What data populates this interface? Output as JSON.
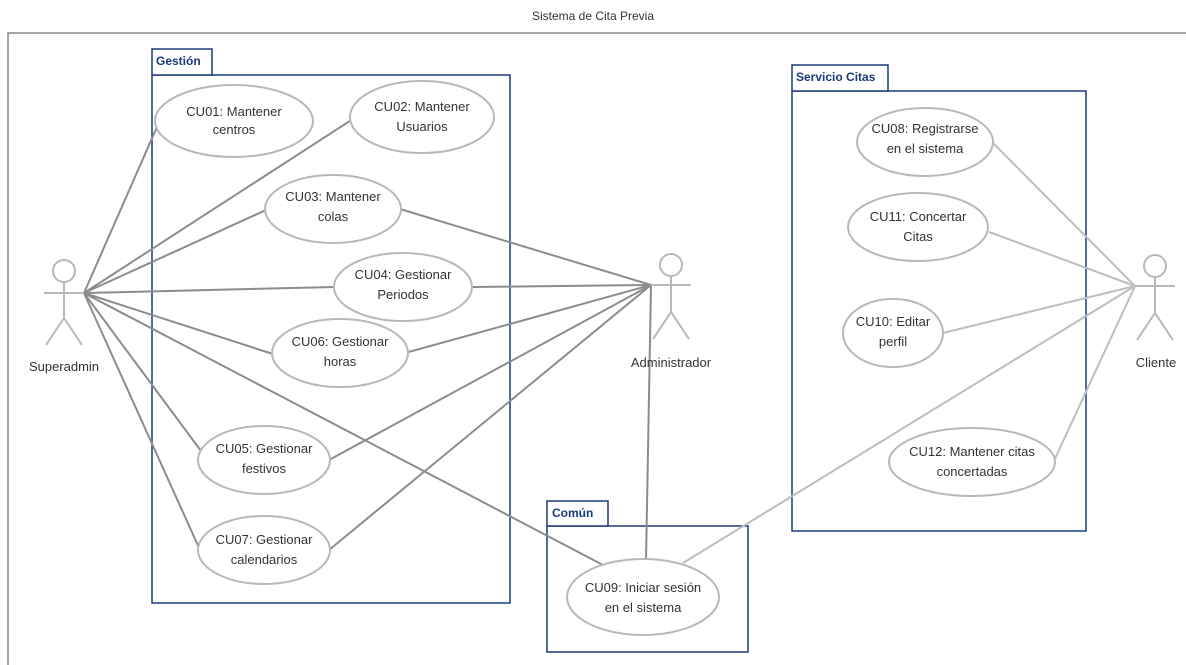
{
  "diagram": {
    "system_title": "Sistema de Cita Previa",
    "packages": {
      "gestion": "Gestión",
      "servicio": "Servicio Citas",
      "comun": "Común"
    },
    "actors": {
      "superadmin": "Superadmin",
      "administrador": "Administrador",
      "cliente": "Cliente"
    },
    "use_cases": {
      "cu01": [
        "CU01: Mantener",
        "centros"
      ],
      "cu02": [
        "CU02: Mantener",
        "Usuarios"
      ],
      "cu03": [
        "CU03: Mantener",
        "colas"
      ],
      "cu04": [
        "CU04: Gestionar",
        "Periodos"
      ],
      "cu06": [
        "CU06: Gestionar",
        "horas"
      ],
      "cu05": [
        "CU05: Gestionar",
        "festivos"
      ],
      "cu07": [
        "CU07: Gestionar",
        "calendarios"
      ],
      "cu09": [
        "CU09: Iniciar sesión",
        "en el sistema"
      ],
      "cu08": [
        "CU08: Registrarse",
        "en el sistema"
      ],
      "cu11": [
        "CU11: Concertar",
        "Citas"
      ],
      "cu10": [
        "CU10: Editar",
        "perfil"
      ],
      "cu12": [
        "CU12: Mantener citas",
        "concertadas"
      ]
    },
    "colors": {
      "package_border": "#1b3a7a",
      "ellipse_stroke": "#b8b8b8",
      "line_dark": "#8c8c8c",
      "line_light": "#bdbdbd",
      "system_border": "#888888"
    }
  }
}
